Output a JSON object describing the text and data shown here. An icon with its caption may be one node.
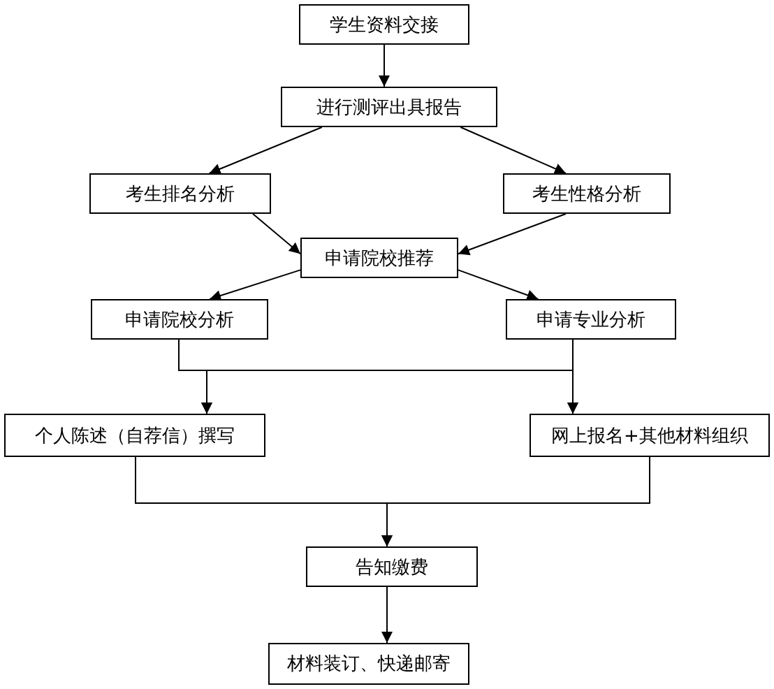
{
  "diagram": {
    "nodes": [
      {
        "text": [
          "学生资料交接"
        ]
      },
      {
        "text": [
          "进行测评出具报告"
        ]
      },
      {
        "text": [
          "考生排名分析"
        ]
      },
      {
        "text": [
          "考生性格分析"
        ]
      },
      {
        "text": [
          "申请院校推荐"
        ]
      },
      {
        "text": [
          "申请院校分析"
        ]
      },
      {
        "text": [
          "申请专业分析"
        ]
      },
      {
        "text": [
          "个人陈述（自荐信）撰写"
        ]
      },
      {
        "text": [
          "网上报名+其他材料组织"
        ]
      },
      {
        "text": [
          "告知缴费"
        ]
      },
      {
        "text": [
          "材料装订、快递邮寄"
        ]
      }
    ],
    "edges": [
      {
        "from": 0,
        "to": 1,
        "arrow": "to"
      },
      {
        "from": 1,
        "to": 2,
        "arrow": "to"
      },
      {
        "from": 1,
        "to": 3,
        "arrow": "to"
      },
      {
        "from": 2,
        "to": 4,
        "arrow": "to"
      },
      {
        "from": 3,
        "to": 4,
        "arrow": "to"
      },
      {
        "from": 4,
        "to": 5,
        "arrow": "to"
      },
      {
        "from": 4,
        "to": 6,
        "arrow": "to"
      },
      {
        "from": 5,
        "to": 7,
        "arrow": "to"
      },
      {
        "from": 5,
        "to": 8,
        "arrow": "to"
      },
      {
        "from": 6,
        "to": 7,
        "arrow": "to"
      },
      {
        "from": 6,
        "to": 8,
        "arrow": "to"
      },
      {
        "from": 7,
        "to": 9,
        "arrow": "to"
      },
      {
        "from": 8,
        "to": 9,
        "arrow": "to"
      },
      {
        "from": 9,
        "to": 10,
        "arrow": "to"
      }
    ]
  }
}
